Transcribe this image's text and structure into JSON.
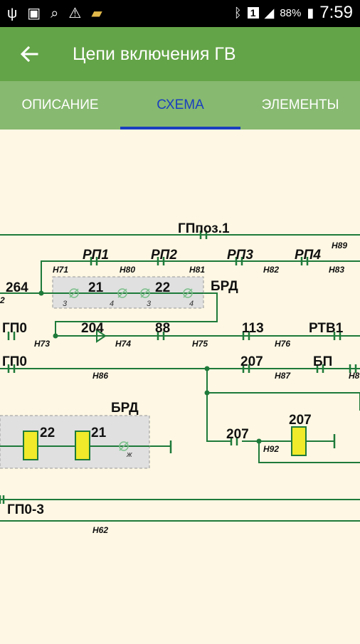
{
  "status_bar": {
    "battery": "88%",
    "time": "7:59",
    "sim": "1",
    "icons": [
      "usb-icon",
      "image-icon",
      "search-icon",
      "warning-icon",
      "sd-card-icon",
      "bluetooth-icon",
      "signal-icon",
      "battery-icon"
    ]
  },
  "app_bar": {
    "title": "Цепи включения ГВ",
    "back_icon": "arrow-left-icon"
  },
  "tabs": [
    {
      "label": "ОПИСАНИЕ"
    },
    {
      "label": "СХЕМА",
      "active": true
    },
    {
      "label": "ЭЛЕМЕНТЫ"
    }
  ],
  "colors": {
    "app_bar": "#64a448",
    "tabs": "#87b970",
    "active_tab": "#1a3fbf",
    "wire": "#1e7a3a",
    "canvas": "#fdf7e3",
    "coil": "#f0ea2a"
  },
  "schema": {
    "labels": {
      "gppoz1": "ГПпоз.1",
      "rp1": "РП1",
      "rp2": "РП2",
      "rp3": "РП3",
      "rp4": "РП4",
      "n89": "Н89",
      "n71": "Н71",
      "n80": "Н80",
      "n81": "Н81",
      "n82": "Н82",
      "n83": "Н83",
      "w264": "264",
      "w2": "2",
      "brd_top": "БРД",
      "c21": "21",
      "c22": "22",
      "p3a": "3",
      "p4a": "4",
      "p3b": "3",
      "p4b": "4",
      "gp0a": "ГП0",
      "w204": "204",
      "w88": "88",
      "w113": "113",
      "rtv1": "РТВ1",
      "n73": "Н73",
      "n74": "Н74",
      "n75": "Н75",
      "n76": "Н76",
      "gp0b": "ГП0",
      "w207a": "207",
      "bp": "БП",
      "n86": "Н86",
      "n87": "Н87",
      "n8": "Н8",
      "brd_bot": "БРД",
      "c22b": "22",
      "c21b": "21",
      "zh": "ж",
      "w207b": "207",
      "w207c": "207",
      "n92": "Н92",
      "gp03": "ГП0-3",
      "n62": "Н62"
    }
  }
}
